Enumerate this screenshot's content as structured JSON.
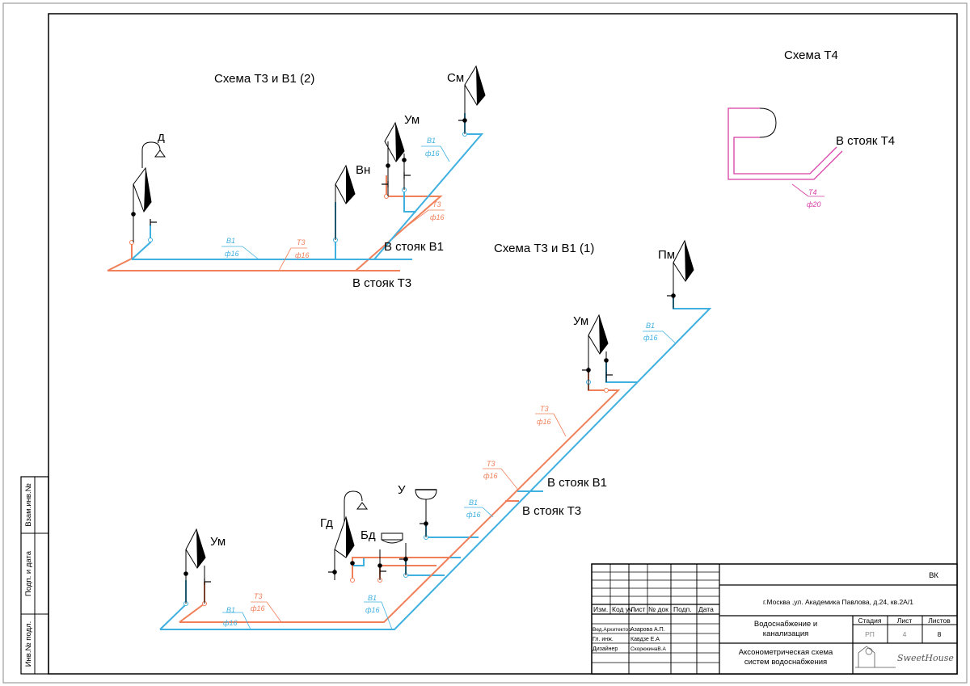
{
  "colors": {
    "cold": "#3fb0e0",
    "hot": "#f0805a",
    "t4": "#d63fa5",
    "line": "#000000",
    "grey": "#8a8a8a"
  },
  "schemes": {
    "t3v1_2": "Схема Т3 и В1 (2)",
    "t3v1_1": "Схема Т3 и В1 (1)",
    "t4": "Схема Т4"
  },
  "fixtures": {
    "d": "д",
    "vn": "Вн",
    "um": "Ум",
    "sm": "См",
    "pm": "Пм",
    "gd": "Гд",
    "bd": "Бд",
    "u": "У"
  },
  "risers": {
    "v1": "В стояк В1",
    "t3": "В стояк Т3",
    "t4": "В стояк Т4"
  },
  "pipes": {
    "v1": "В1",
    "t3": "Т3",
    "t4": "Т4",
    "d16": "ф16",
    "d20": "ф20"
  },
  "side_stamp": {
    "vzam": "Взам.инв.№",
    "podp": "Подп. и дата",
    "inv": "Инв.№ подл."
  },
  "title_block": {
    "code": "ВК",
    "address": "г.Москва ,ул. Академика Павлова, д.24, кв.2А/1",
    "headers": [
      "Изм.",
      "Код уч",
      "Лист",
      "№ док",
      "Подп.",
      "Дата"
    ],
    "roles": [
      {
        "role": "Вед.Архитектор",
        "name": "Азарова А.П."
      },
      {
        "role": "Гл. инж.",
        "name": "Кавдзе Е.А"
      },
      {
        "role": "Дизайнер",
        "name": "СкорюкинаВ.А"
      }
    ],
    "section_line1": "Водоснабжение и",
    "section_line2": "канализация",
    "stage_label": "Стадия",
    "sheet_label": "Лист",
    "sheets_label": "Листов",
    "stage": "РП",
    "sheet": "4",
    "sheets": "8",
    "drawing_line1": "Аксонометрическая схема",
    "drawing_line2": "систем водоснабжения",
    "logo": "SweetHouse"
  }
}
